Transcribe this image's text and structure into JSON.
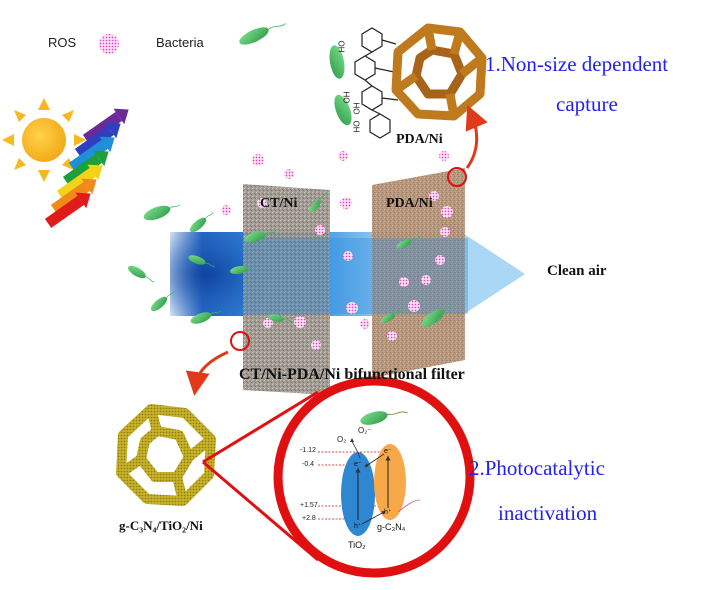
{
  "legend": {
    "ros_label": "ROS",
    "bacteria_label": "Bacteria"
  },
  "filter": {
    "panel_left_label": "CT/Ni",
    "panel_right_label": "PDA/Ni",
    "caption": "CT/Ni-PDA/Ni bifunctional filter"
  },
  "outlet_label": "Clean air",
  "top_inset": {
    "material_label": "PDA/Ni",
    "mechanism_line1": "1.Non-size dependent",
    "mechanism_line2": "capture",
    "molecule_groups": [
      "HO",
      "OH",
      "OH",
      "HO"
    ]
  },
  "bottom_inset": {
    "material_label": "g-C₃N₄/TiO₂/Ni",
    "mechanism_line1": "2.Photocatalytic",
    "mechanism_line2": "inactivation",
    "band_diagram": {
      "level_labels": [
        "-1.12",
        "-0.4",
        "+1.57",
        "+2.8"
      ],
      "o2_label": "O₂",
      "o2_radical_label": "O₂⁻",
      "electron_label": "e⁻",
      "hole_label": "h⁺",
      "semiconductor_left": "TiO₂",
      "semiconductor_right": "g-C₃N₄"
    }
  },
  "colors": {
    "title_blue": "#2222ee",
    "ring_red": "#e01010",
    "airflow_blue": "#1c6fd0",
    "tio2_blue": "#2f86d1",
    "gc3n4_orange": "#f7a94a",
    "mof_orange": "#c07a1e",
    "mof_yellow": "#c9b428",
    "bacteria_green": "#3cb95a",
    "ros_pink": "#e05ad0",
    "sun_yellow": "#f6b81c"
  },
  "icons": [
    "sun-icon",
    "light-spectrum-arrows-icon",
    "ros-particle-icon",
    "bacteria-icon",
    "mof-cage-icon",
    "zoom-arrow-icon"
  ]
}
